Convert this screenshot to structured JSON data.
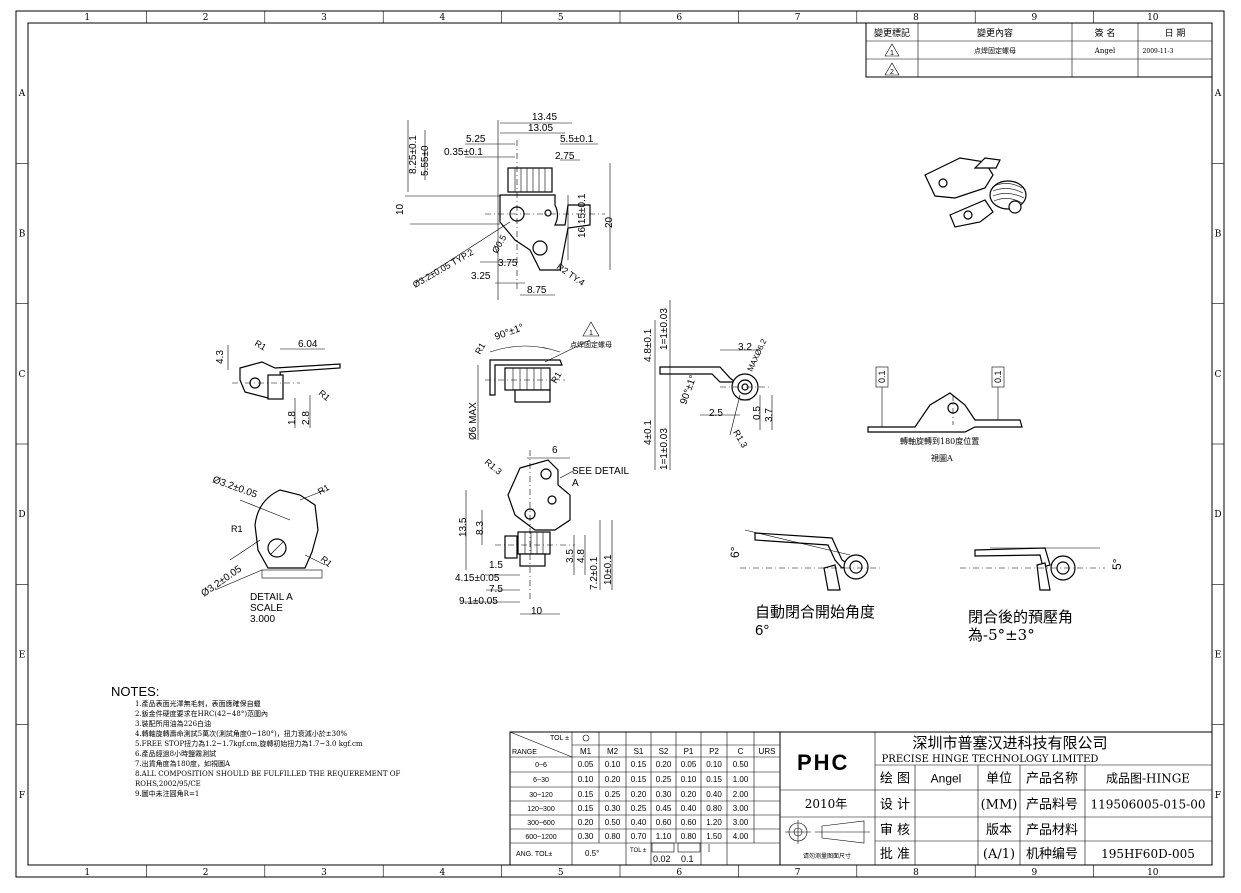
{
  "grid": {
    "columns": [
      "1",
      "2",
      "3",
      "4",
      "5",
      "6",
      "7",
      "8",
      "9",
      "10"
    ],
    "rows": [
      "A",
      "B",
      "C",
      "D",
      "E",
      "F"
    ]
  },
  "revision": {
    "headers": [
      "變更標記",
      "變更內容",
      "簽 名",
      "日 期"
    ],
    "rows": [
      {
        "mark": "1",
        "content": "点焊固定螺母",
        "sign": "Angel",
        "date": "2009-11-3"
      },
      {
        "mark": "2",
        "content": "",
        "sign": "",
        "date": ""
      }
    ]
  },
  "dims": {
    "top": [
      "13.45",
      "13.05",
      "5.25",
      "5.5±0.1",
      "0.35±0.1",
      "2.75",
      "8.25±0.1",
      "5.55±0",
      "10",
      "16.15±0.1",
      "20",
      "Ø0.5",
      "3.75",
      "3.25",
      "8.75",
      "Ø3.2±0.05 TYP.2",
      "R2 TY.4"
    ],
    "left_mid": [
      "4.3",
      "R1",
      "6.04",
      "R1",
      "1.8",
      "2.8"
    ],
    "center_mid": [
      "90°±1°",
      "R1",
      "R1",
      "Ø6 MAX"
    ],
    "right_mid": [
      "4.8±0.1",
      "1=1±0.03",
      "3.2",
      "90°±1°",
      "2.5",
      "0.5",
      "3.7",
      "4±0.1",
      "1=1±0.03",
      "R1.3",
      "MAXØ6.2"
    ],
    "center_low": [
      "6",
      "R1.3",
      "13.5",
      "8.3",
      "1.5",
      "4.15±0.05",
      "7.5",
      "9.1±0.05",
      "10",
      "3.5",
      "4.8",
      "7.2±0.1",
      "10±0.1",
      "SEE DETAIL",
      "A"
    ],
    "detail": [
      "Ø3.2±0.05",
      "R1",
      "R1",
      "R1",
      "Ø3.2±0.05",
      "DETAIL A",
      "SCALE",
      "3.000"
    ]
  },
  "callouts": {
    "weld_note": "点焊固定螺母",
    "rotate_note": "轉軸旋轉到180度位置",
    "view_a": "視圖A",
    "flat_left": "0.1",
    "flat_right": "0.1",
    "auto_close": "自動閉合開始角度",
    "auto_close_val": "6°",
    "preload": "閉合後的預壓角",
    "preload_val": "為-5°±3°",
    "ang_6": "6°",
    "ang_5": "5°"
  },
  "notes": {
    "title": "NOTES:",
    "items": [
      "1.產品表面光澤無毛刺，表面應確保自蠟",
      "2.鈑金件硬度要求在HRC(42~48°)范圍內",
      "3.裝配所用油為226白油",
      "4.轉軸旋轉壽命測試5萬次(測試角度0~180°)，扭力衰減小於±30%",
      "5.FREE STOP扭力為1.2~1.7kgf.cm,旋轉初始扭力為1.7~3.0 kgf.cm",
      "6.產品經過8小時鹽霧測試",
      "7.出貨角度為180度，如視圖A",
      "8.ALL COMPOSITION SHOULD BE FULFILLED THE REQUEREMENT OF",
      "   ROHS,2002/95/CE",
      "9.圖中未注圓角R=1"
    ]
  },
  "tolerance": {
    "corner_top": "TOL ±",
    "corner_bottom": "RANGE",
    "headers": [
      "M1",
      "M2",
      "S1",
      "S2",
      "P1",
      "P2",
      "C",
      "URS"
    ],
    "rows": [
      {
        "range": "0~6",
        "vals": [
          "0.05",
          "0.10",
          "0.15",
          "0.20",
          "0.05",
          "0.10",
          "0.50",
          ""
        ]
      },
      {
        "range": "6~30",
        "vals": [
          "0.10",
          "0.20",
          "0.15",
          "0.25",
          "0.10",
          "0.15",
          "1.00",
          ""
        ]
      },
      {
        "range": "30~120",
        "vals": [
          "0.15",
          "0.25",
          "0.20",
          "0.30",
          "0.20",
          "0.40",
          "2.00",
          ""
        ]
      },
      {
        "range": "120~300",
        "vals": [
          "0.15",
          "0.30",
          "0.25",
          "0.45",
          "0.40",
          "0.80",
          "3.00",
          ""
        ]
      },
      {
        "range": "300~600",
        "vals": [
          "0.20",
          "0.50",
          "0.40",
          "0.60",
          "0.60",
          "1.20",
          "3.00",
          ""
        ]
      },
      {
        "range": "600~1200",
        "vals": [
          "0.30",
          "0.80",
          "0.70",
          "1.10",
          "0.80",
          "1.50",
          "4.00",
          ""
        ]
      }
    ],
    "ang_label": "ANG. TOL±",
    "ang_val": "0.5°",
    "tol_label": "TOL ±",
    "geo_vals": [
      "0.02",
      "0.1"
    ]
  },
  "title_block": {
    "logo": "PHC",
    "company_cn": "深圳市普塞汉进科技有限公司",
    "company_en": "PRECISE HINGE TECHNOLOGY LIMITED",
    "year": "2010年",
    "projection_note": "请勿测量图面尺寸",
    "rows": [
      {
        "label": "绘 图",
        "person": "Angel",
        "k": "单位",
        "field": "产品名称",
        "value": "成品图-HINGE"
      },
      {
        "label": "设 计",
        "person": "",
        "k": "(MM)",
        "field": "产品料号",
        "value": "119506005-015-00"
      },
      {
        "label": "审 核",
        "person": "",
        "k": "版本",
        "field": "产品材料",
        "value": ""
      },
      {
        "label": "批 准",
        "person": "",
        "k": "(A/1)",
        "field": "机种编号",
        "value": "195HF60D-005"
      }
    ]
  }
}
